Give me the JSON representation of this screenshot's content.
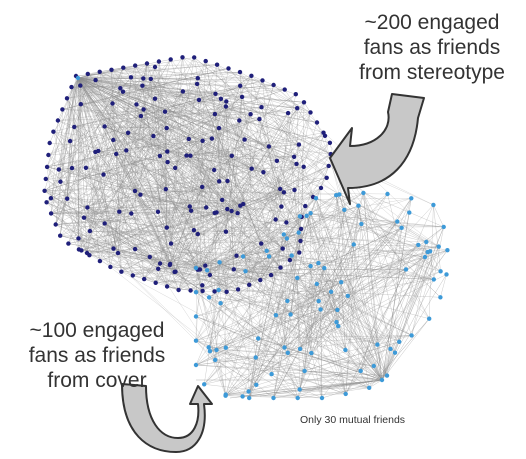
{
  "annotations": {
    "stereotype": [
      "~200 engaged",
      "fans as friends",
      "from stereotype"
    ],
    "cover": [
      "~100 engaged",
      "fans as friends",
      "from cover"
    ],
    "mutual": "Only 30 mutual friends"
  },
  "colors": {
    "stereotype_node": "#1f1f7a",
    "cover_node": "#3d9ad8",
    "edge": "#8f8f8f",
    "arrow_fill": "#c8c8c8",
    "arrow_stroke": "#333333",
    "text": "#333333"
  },
  "network": {
    "stereotype_fans": 200,
    "cover_fans": 100,
    "mutual_friends": 30
  }
}
